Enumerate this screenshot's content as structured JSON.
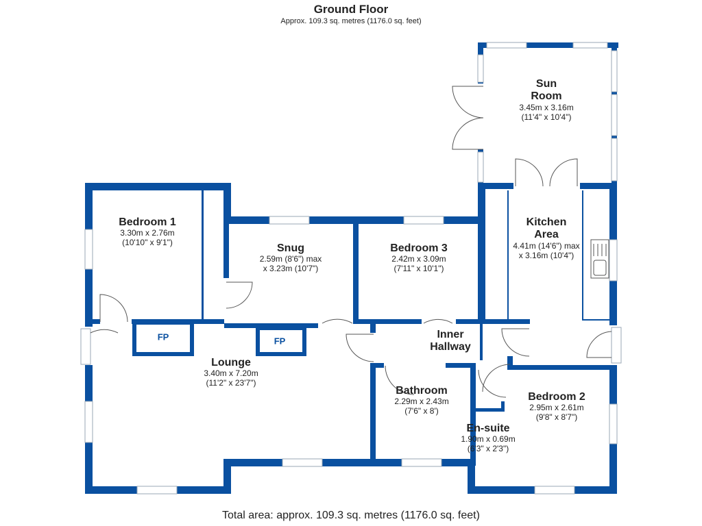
{
  "header": {
    "title": "Ground Floor",
    "area": "Approx. 109.3 sq. metres (1176.0 sq. feet)"
  },
  "footer": {
    "total": "Total area: approx. 109.3 sq. metres (1176.0 sq. feet)"
  },
  "colors": {
    "wall": "#0a50a0",
    "window": "#ffffff",
    "text": "#222222"
  },
  "rooms": {
    "sun_room": {
      "name1": "Sun",
      "name2": "Room",
      "metric": "3.45m x 3.16m",
      "imperial": "(11'4\" x 10'4\")"
    },
    "kitchen": {
      "name1": "Kitchen",
      "name2": "Area",
      "metric": "4.41m (14'6\") max",
      "imperial": "x 3.16m (10'4\")"
    },
    "bedroom1": {
      "name": "Bedroom 1",
      "metric": "3.30m x 2.76m",
      "imperial": "(10'10\" x 9'1\")"
    },
    "snug": {
      "name": "Snug",
      "metric": "2.59m (8'6\") max",
      "imperial": "x 3.23m (10'7\")"
    },
    "bedroom3": {
      "name": "Bedroom 3",
      "metric": "2.42m x 3.09m",
      "imperial": "(7'11\" x 10'1\")"
    },
    "inner_hallway": {
      "name1": "Inner",
      "name2": "Hallway"
    },
    "lounge": {
      "name": "Lounge",
      "metric": "3.40m x 7.20m",
      "imperial": "(11'2\" x 23'7\")"
    },
    "bathroom": {
      "name": "Bathroom",
      "metric": "2.29m x 2.43m",
      "imperial": "(7'6\" x 8')"
    },
    "ensuite": {
      "name": "En-suite",
      "metric": "1.90m x 0.69m",
      "imperial": "(6'3\" x 2'3\")"
    },
    "bedroom2": {
      "name": "Bedroom 2",
      "metric": "2.95m x 2.61m",
      "imperial": "(9'8\" x 8'7\")"
    }
  },
  "fireplaces": {
    "fp1": "FP",
    "fp2": "FP"
  }
}
